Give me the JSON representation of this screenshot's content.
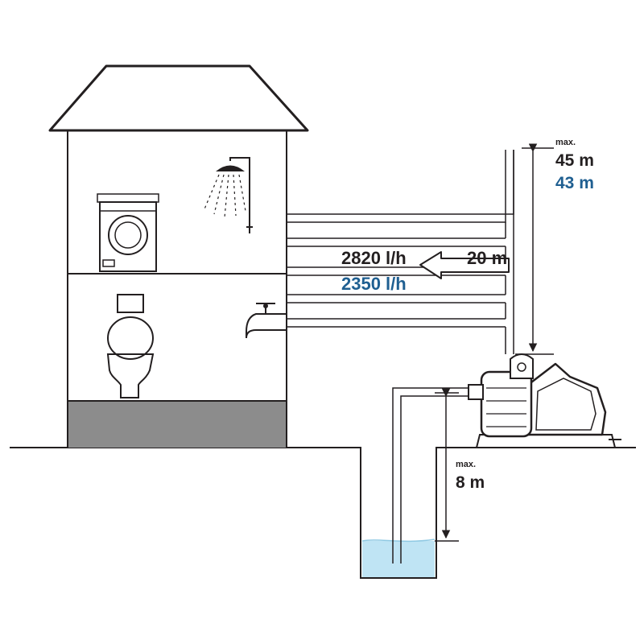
{
  "labels": {
    "max_head_prefix": "max.",
    "max_head_value_1": "45 m",
    "max_head_value_2": "43 m",
    "flow_rate_1": "2820 l/h",
    "flow_rate_2": "2350 l/h",
    "flow_distance": "20 m",
    "suction_prefix": "max.",
    "suction_value": "8 m"
  },
  "colors": {
    "ink": "#231f20",
    "accent_blue": "#1f5f91",
    "water": "#bfe4f4",
    "ground_band": "#8c8c8c",
    "arrow_fill": "#ffffff"
  }
}
